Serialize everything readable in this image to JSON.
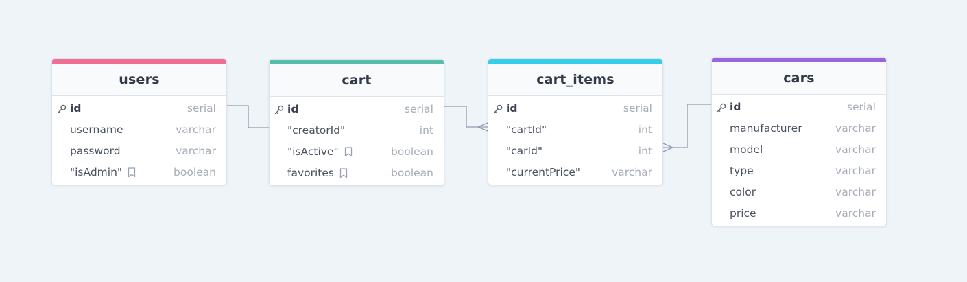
{
  "colors": {
    "canvas": "#eff4f8",
    "connector": "#8d9ab0",
    "users_accent": "#f06e93",
    "cart_accent": "#55bfab",
    "cart_items_accent": "#35cde8",
    "cars_accent": "#9b63de"
  },
  "tables": {
    "users": {
      "name": "users",
      "fields": [
        {
          "name": "id",
          "type": "serial",
          "pk": true,
          "note": false
        },
        {
          "name": "username",
          "type": "varchar",
          "pk": false,
          "note": false
        },
        {
          "name": "password",
          "type": "varchar",
          "pk": false,
          "note": false
        },
        {
          "name": "\"isAdmin\"",
          "type": "boolean",
          "pk": false,
          "note": true
        }
      ]
    },
    "cart": {
      "name": "cart",
      "fields": [
        {
          "name": "id",
          "type": "serial",
          "pk": true,
          "note": false
        },
        {
          "name": "\"creatorId\"",
          "type": "int",
          "pk": false,
          "note": false
        },
        {
          "name": "\"isActive\"",
          "type": "boolean",
          "pk": false,
          "note": true
        },
        {
          "name": "favorites",
          "type": "boolean",
          "pk": false,
          "note": true
        }
      ]
    },
    "cart_items": {
      "name": "cart_items",
      "fields": [
        {
          "name": "id",
          "type": "serial",
          "pk": true,
          "note": false
        },
        {
          "name": "\"cartId\"",
          "type": "int",
          "pk": false,
          "note": false
        },
        {
          "name": "\"carId\"",
          "type": "int",
          "pk": false,
          "note": false
        },
        {
          "name": "\"currentPrice\"",
          "type": "varchar",
          "pk": false,
          "note": false
        }
      ]
    },
    "cars": {
      "name": "cars",
      "fields": [
        {
          "name": "id",
          "type": "serial",
          "pk": true,
          "note": false
        },
        {
          "name": "manufacturer",
          "type": "varchar",
          "pk": false,
          "note": false
        },
        {
          "name": "model",
          "type": "varchar",
          "pk": false,
          "note": false
        },
        {
          "name": "type",
          "type": "varchar",
          "pk": false,
          "note": false
        },
        {
          "name": "color",
          "type": "varchar",
          "pk": false,
          "note": false
        },
        {
          "name": "price",
          "type": "varchar",
          "pk": false,
          "note": false
        }
      ]
    }
  },
  "relationships": [
    {
      "from_table": "users",
      "from_field": "id",
      "to_table": "cart",
      "to_field": "\"creatorId\"",
      "from_end": "one",
      "to_end": "one"
    },
    {
      "from_table": "cart",
      "from_field": "id",
      "to_table": "cart_items",
      "to_field": "\"cartId\"",
      "from_end": "one",
      "to_end": "many"
    },
    {
      "from_table": "cars",
      "from_field": "id",
      "to_table": "cart_items",
      "to_field": "\"carId\"",
      "from_end": "one",
      "to_end": "many"
    }
  ]
}
